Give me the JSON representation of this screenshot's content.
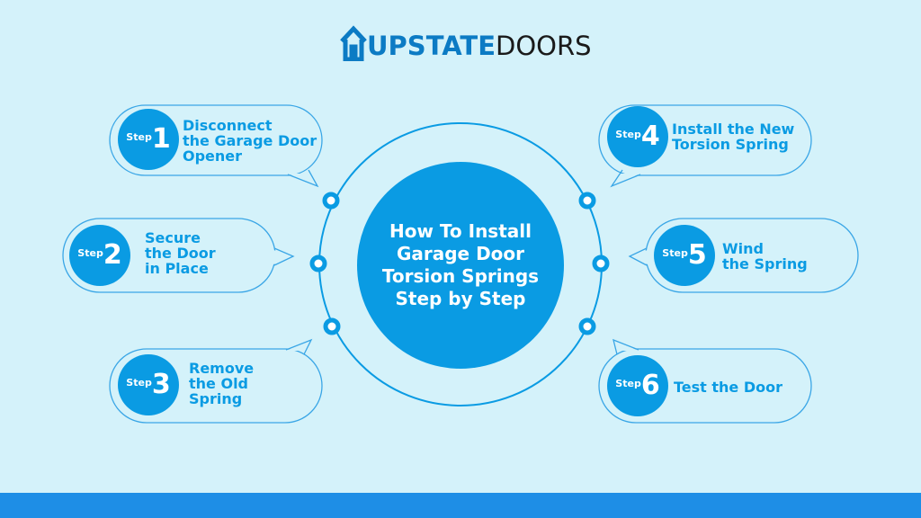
{
  "logo": {
    "part1": "UPSTATE",
    "part2": "DOORS",
    "icon": "house-icon"
  },
  "title_lines": [
    "How To Install",
    "Garage Door",
    "Torsion Springs",
    "Step by Step"
  ],
  "step_word": "Step",
  "steps": [
    {
      "number": "1",
      "text": "Disconnect\nthe Garage Door\nOpener"
    },
    {
      "number": "2",
      "text": "Secure\nthe Door\nin Place"
    },
    {
      "number": "3",
      "text": "Remove\nthe Old\nSpring"
    },
    {
      "number": "4",
      "text": "Install the New\nTorsion Spring"
    },
    {
      "number": "5",
      "text": "Wind\nthe Spring"
    },
    {
      "number": "6",
      "text": "Test the Door"
    }
  ],
  "colors": {
    "background": "#d4f2fa",
    "accent": "#0a9be3",
    "bar": "#1e8ee6",
    "logo_blue": "#0c7bc4"
  }
}
